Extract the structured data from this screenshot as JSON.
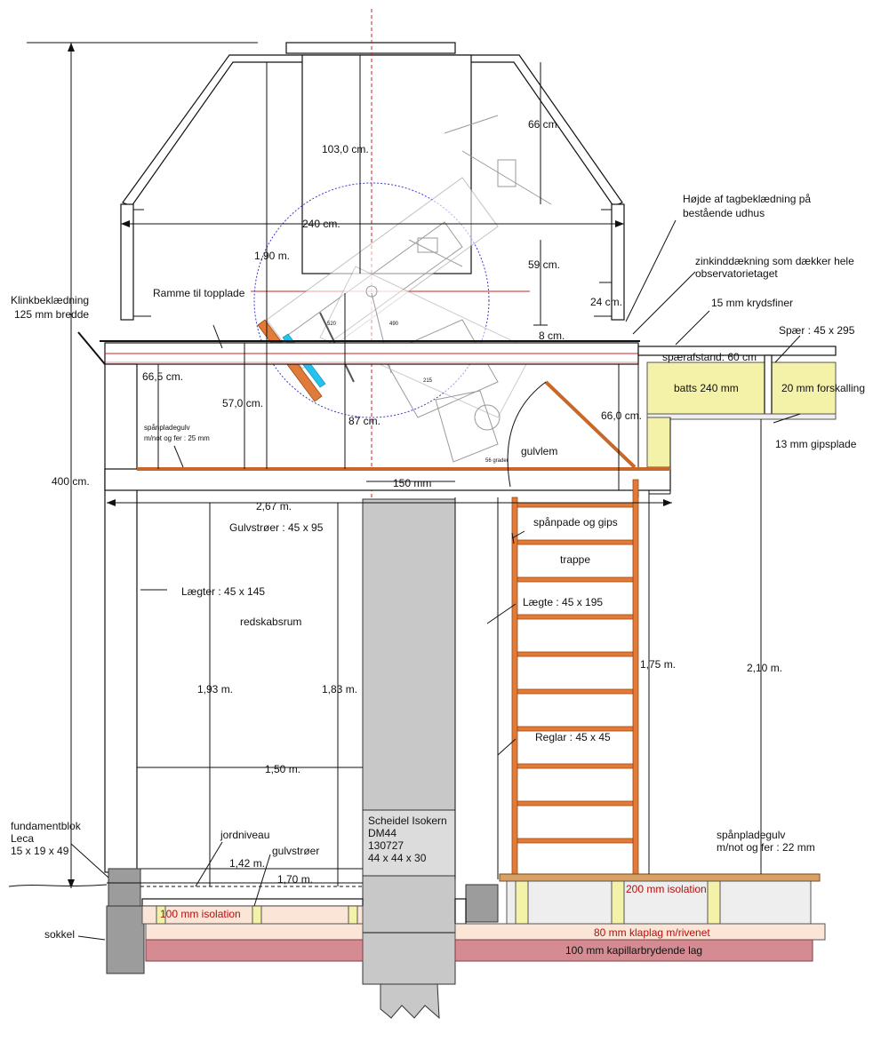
{
  "labels": {
    "h_103": "103,0 cm.",
    "h_66cm": "66 cm.",
    "h_240": "240 cm.",
    "h_190": "1,90 m.",
    "h_59": "59 cm.",
    "h_24": "24 cm.",
    "h_8": "8 cm.",
    "hoejde_1": "Højde af tagbeklædning på",
    "hoejde_2": "bestående udhus",
    "zink_1": "zinkinddækning som dækker hele",
    "zink_2": "observatorietaget",
    "krydsfiner": "15 mm krydsfiner",
    "klink_1": "Klinkbeklædning",
    "klink_2": "125 mm bredde",
    "ramme": "Ramme til topplade",
    "spaer": "Spær : 45 x 295",
    "spaerafstand": "spærafstand: 60 cm",
    "batts": "batts 240 mm",
    "forskalling": "20 mm forskalling",
    "gipsplade": "13 mm gipsplade",
    "h_665": "66,5 cm.",
    "h_570": "57,0 cm.",
    "h_87": "87 cm.",
    "h_660": "66,0 cm.",
    "spangulv_1": "spånpladegulv",
    "spangulv_2": "m/not og fer : 25 mm",
    "gulvlem": "gulvlem",
    "h_400": "400 cm.",
    "w_150mm": "150 mm",
    "w_267": "2,67 m.",
    "gulvstroer": "Gulvstrøer : 45 x 95",
    "spanpade": "spånpade og gips",
    "trappe": "trappe",
    "laegter": "Lægter : 45 x 145",
    "laegte": "Lægte : 45 x 195",
    "redskabsrum": "redskabsrum",
    "h_193": "1,93 m.",
    "h_183": "1,83 m.",
    "h_175": "1,75 m.",
    "h_210": "2,10 m.",
    "reglar": "Reglar : 45 x 45",
    "w_150m": "1,50 m.",
    "fund_1": "fundamentblok",
    "fund_2": "Leca",
    "fund_3": "15 x 19 x 49",
    "jordniveau": "jordniveau",
    "gulvstroer2": "gulvstrøer",
    "w_142": "1,42 m.",
    "w_170": "1,70 m.",
    "chimney_1": "Scheidel Isokern",
    "chimney_2": "DM44",
    "chimney_3": "130727",
    "chimney_4": "44 x 44 x 30",
    "spangulv22_1": "spånpladegulv",
    "spangulv22_2": "m/not og fer : 22 mm",
    "iso100": "100 mm isolation",
    "iso200": "200 mm isolation",
    "sokkel": "sokkel",
    "klaplag": "80 mm klaplag m/rivenet",
    "kapillar": "100 mm kapillarbrydende lag",
    "grader": "56 grader",
    "n490": "490",
    "n520": "520",
    "n215": "215"
  },
  "colors": {
    "wood": "#d9a066",
    "orange": "#e07b39",
    "insulation": "#f4f1a8",
    "capillary": "#d48b91",
    "redtext": "#b01010",
    "chimney": "#c8c8c8"
  }
}
